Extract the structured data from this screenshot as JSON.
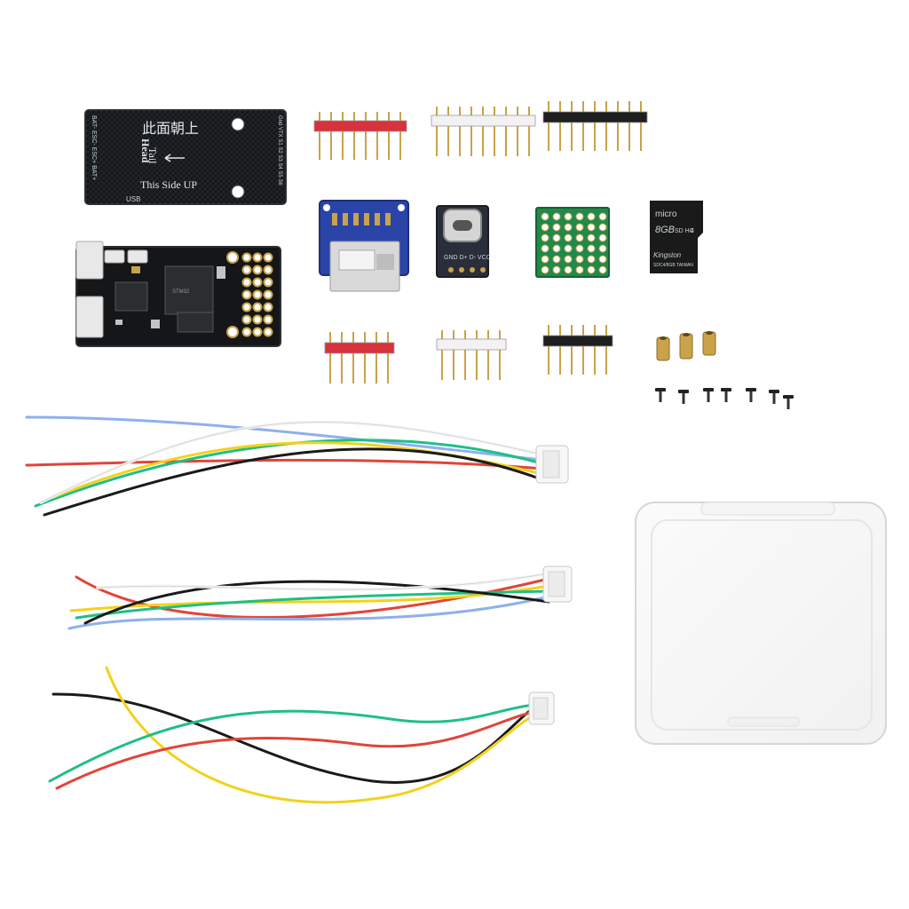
{
  "labels": {
    "board_chinese": "此面朝上",
    "board_tail": "Tail",
    "board_head": "Head",
    "board_side": "This Side UP",
    "board_usb": "USB",
    "board_left_pins": "BAT- ESC- ESC+ BAT+",
    "board_right_pins": "Gnd VTX S1 S2 S3 S4 S5 S6",
    "usbc_pins": "GND D+ D- VCC",
    "sd_brand": "Kingston",
    "sd_size": "8GB",
    "sd_micro": "micro",
    "sd_hc": "SD HC",
    "sd_class": "4",
    "sd_origin": "SDC4/8GB TAIWAN"
  },
  "colors": {
    "pcb_black": "#141618",
    "pcb_blue": "#2a44a8",
    "pcb_green": "#1f8a4a",
    "gold": "#c9a24a",
    "header_red": "#d8323c",
    "header_white": "#f2f2f2",
    "header_black": "#1e1e1e",
    "wire_red": "#e0453a",
    "wire_yellow": "#f2d21b",
    "wire_green": "#1fbf86",
    "wire_blue": "#8fb0ec",
    "wire_white": "#f2f2f2",
    "wire_black": "#1a1a1a",
    "box_edge": "#d7d7d7"
  }
}
